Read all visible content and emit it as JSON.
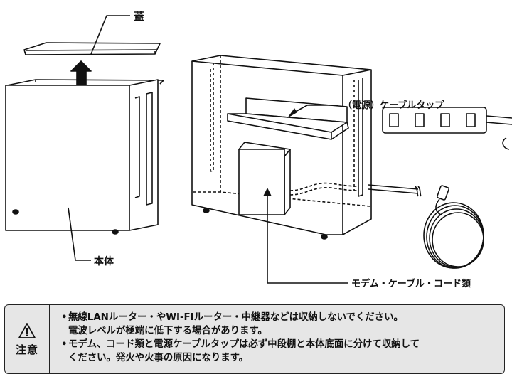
{
  "labels": {
    "lid": "蓋",
    "body": "本体",
    "power_strip": "（電源）ケーブルタップ",
    "modem": "モデム・ケーブル・コード類"
  },
  "notice": {
    "title": "注意",
    "icon": "warning-triangle-icon",
    "items": [
      {
        "line1": "無線LANルーター・やWI-FIルーター・中継器などは収納しないでください。",
        "line2": "電波レベルが極端に低下する場合があります。"
      },
      {
        "line1": "モデム、コード類と電源ケーブルタップは必ず中段棚と本体底面に分けて収納して",
        "line2": "ください。発火や火事の原因になります。"
      }
    ]
  },
  "colors": {
    "line": "#111111",
    "notice_bg": "#e6e6e6"
  }
}
